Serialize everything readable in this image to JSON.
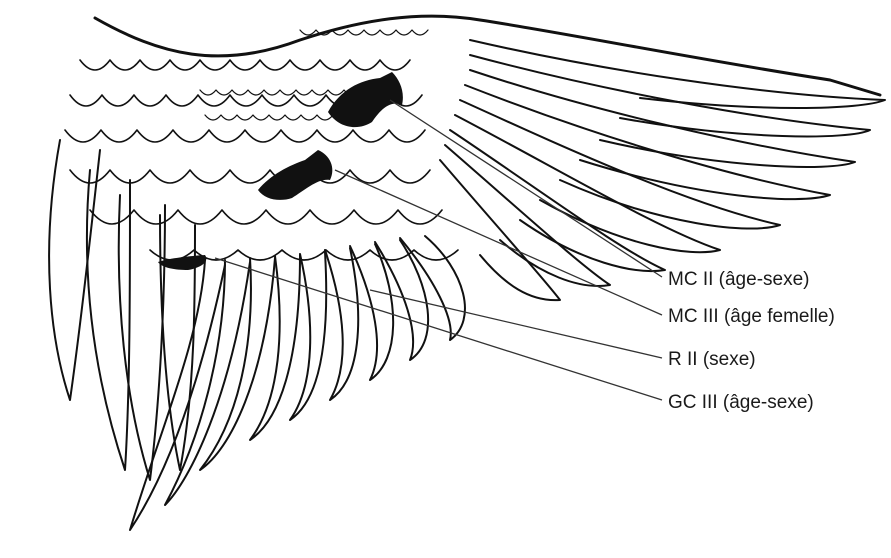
{
  "diagram": {
    "colors": {
      "ink": "#111111",
      "background": "#ffffff",
      "leader": "#333333"
    },
    "callouts": [
      {
        "id": "mc2",
        "label": "MC II (âge-sexe)"
      },
      {
        "id": "mc3",
        "label": "MC III (âge femelle)"
      },
      {
        "id": "r2",
        "label": "R II (sexe)"
      },
      {
        "id": "gc3",
        "label": "GC III (âge-sexe)"
      }
    ]
  }
}
